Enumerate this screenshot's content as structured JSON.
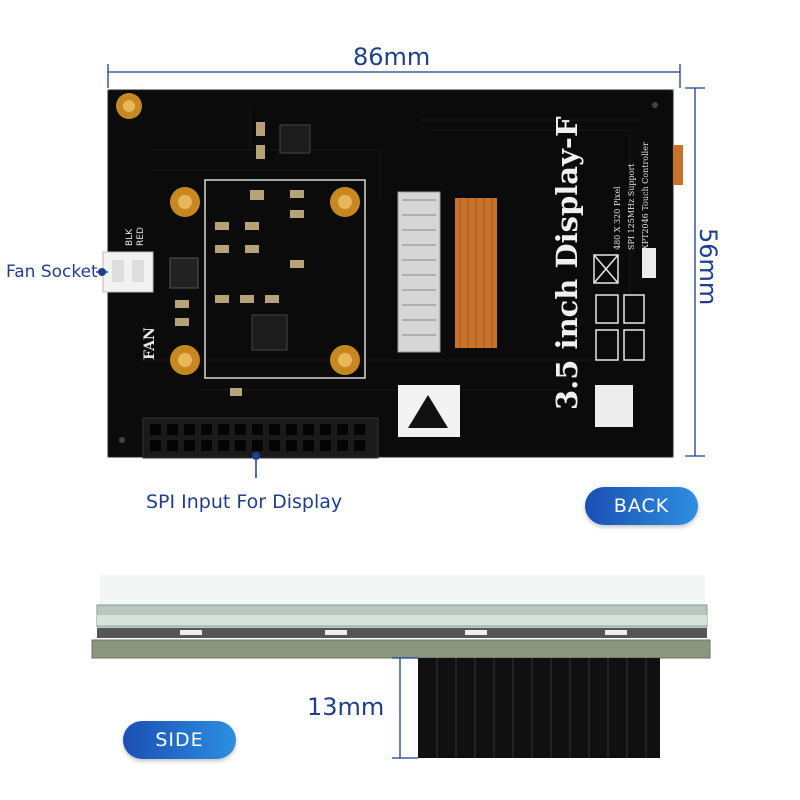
{
  "dimensions": {
    "width_label": "86mm",
    "height_label": "56mm",
    "depth_label": "13mm"
  },
  "callouts": {
    "fan_socket": "Fan Socket",
    "spi_input": "SPI Input For Display"
  },
  "badges": {
    "back": "BACK",
    "side": "SIDE"
  },
  "board_silkscreen": {
    "model": "3.5 inch Display-F",
    "line1": "480 X 320 Pixel",
    "line2": "SPI 125MHz Support",
    "line3": "XPT2046 Touch Controller",
    "fan_label": "FAN",
    "blk": "BLK",
    "red": "RED"
  },
  "colors": {
    "accent": "#1e3f8c",
    "badge_start": "#1a4fb3",
    "badge_end": "#2d8fe0"
  }
}
